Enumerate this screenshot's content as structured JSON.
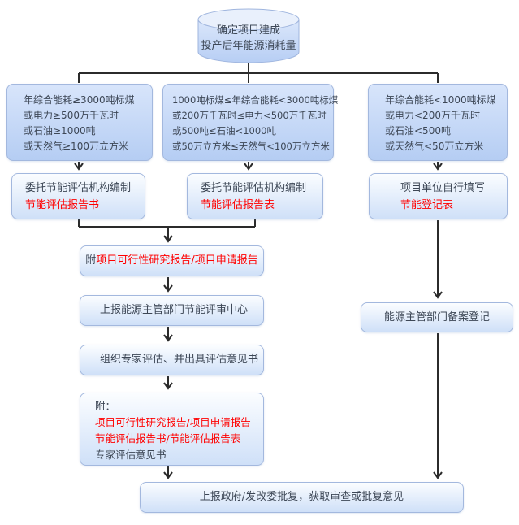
{
  "diagram": {
    "start": {
      "l1": "确定项目建成",
      "l2": "投产后年能源消耗量"
    },
    "branches": {
      "left": {
        "condition": {
          "l1": "年综合能耗≥3000吨标煤",
          "l2": "或电力≥500万千瓦时",
          "l3": "或石油≥1000吨",
          "l4": "或天然气≥100万立方米"
        },
        "action_black": "委托节能评估机构编制",
        "action_red": "节能评估报告书"
      },
      "middle": {
        "condition": {
          "l1": "1000吨标煤≤年综合能耗<3000吨标煤",
          "l2": "或200万千瓦时≤电力<500万千瓦时",
          "l3": "或500吨≤石油<1000吨",
          "l4": "或50万立方米≤天然气<100万立方米"
        },
        "action_black": "委托节能评估机构编制",
        "action_red": "节能评估报告表"
      },
      "right": {
        "condition": {
          "l1": "年综合能耗<1000吨标煤",
          "l2": "或电力<200万千瓦时",
          "l3": "或石油<500吨",
          "l4": "或天然气<50万立方米"
        },
        "action_black": "项目单位自行填写",
        "action_red": "节能登记表",
        "registration": "能源主管部门备案登记"
      }
    },
    "main": {
      "attach1_black": "附",
      "attach1_red": "项目可行性研究报告/项目申请报告",
      "submit_center": "上报能源主管部门节能评审中心",
      "expert_review": "组织专家评估、并出具评估意见书",
      "attach2": {
        "l1": "附：",
        "l2_red": "项目可行性研究报告/项目申请报告",
        "l3_red": "节能评估报告书/节能评估报告表",
        "l4": "专家评估意见书"
      },
      "final": "上报政府/发改委批复，获取审查或批复意见"
    },
    "colors": {
      "red_text": "#ff0000",
      "body_text": "#3d4756",
      "box_border": "#a3b8de",
      "condition_fill_top": "#d8e5fb",
      "condition_fill_bottom": "#b5cdf3",
      "box_fill_top": "#fbfdff",
      "box_fill_bottom": "#cfe0f8",
      "connector": "#2b2b2b"
    }
  }
}
